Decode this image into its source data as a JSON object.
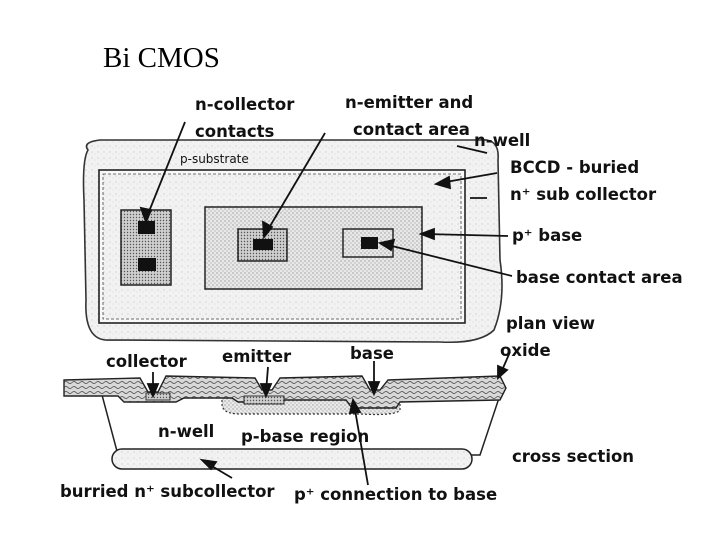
{
  "title": "Bi CMOS",
  "labels": {
    "n_collector_contacts_1": "n-collector",
    "n_collector_contacts_2": "contacts",
    "n_emitter_1": "n-emitter and",
    "n_emitter_2": "contact area",
    "n_well_top": "n-well",
    "p_substrate": "p-substrate",
    "bccd_1": "BCCD - buried",
    "bccd_2": "n⁺ sub collector",
    "p_base": "p⁺ base",
    "base_contact_area": "base contact area",
    "plan_view": "plan view",
    "oxide": "oxide",
    "collector": "collector",
    "emitter": "emitter",
    "base": "base",
    "n_well_bottom": "n-well",
    "p_base_region": "p-base region",
    "cross_section": "cross section",
    "buried_subcollector": "burried n⁺ subcollector",
    "p_connection": "p⁺ connection to base"
  }
}
